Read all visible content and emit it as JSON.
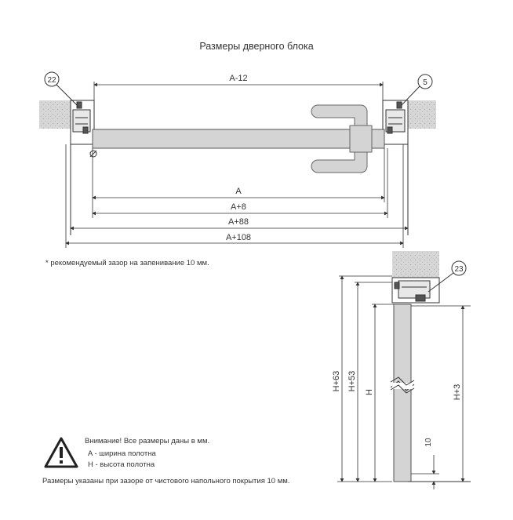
{
  "title": "Размеры дверного блока",
  "dimensions_top": {
    "a_minus_12": "A-12",
    "a": "A",
    "a_plus_8": "A+8",
    "a_plus_88": "A+88",
    "a_plus_108": "A+108"
  },
  "callouts": {
    "left": "22",
    "right": "5",
    "vertical": "23"
  },
  "note": "* рекомендуемый зазор на запенивание 10 мм.",
  "dimensions_vertical": {
    "h_plus_63": "H+63",
    "h_plus_53": "H+53",
    "h": "H",
    "h_plus_3": "H+3",
    "gap_10": "10"
  },
  "warning": {
    "title": "Внимание! Все размеры даны в мм.",
    "a_desc": "A - ширина полотна",
    "h_desc": "H - высота полотна"
  },
  "footer": "Размеры указаны при зазоре от чистового напольного покрытия 10 мм."
}
